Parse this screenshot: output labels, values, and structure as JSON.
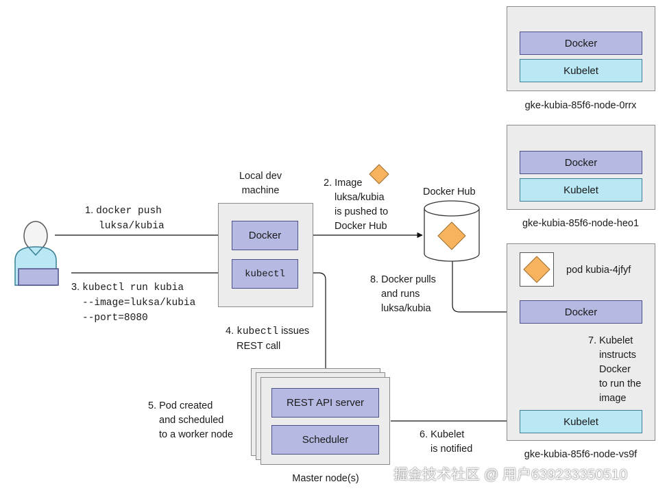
{
  "nodes": [
    {
      "name": "gke-kubia-85f6-node-0rrx",
      "docker": "Docker",
      "kubelet": "Kubelet"
    },
    {
      "name": "gke-kubia-85f6-node-heo1",
      "docker": "Docker",
      "kubelet": "Kubelet"
    },
    {
      "name": "gke-kubia-85f6-node-vs9f",
      "docker": "Docker",
      "kubelet": "Kubelet",
      "pod": "pod kubia-4jfyf"
    }
  ],
  "local_dev": {
    "title_line1": "Local dev",
    "title_line2": "machine",
    "docker": "Docker",
    "kubectl": "kubectl"
  },
  "docker_hub": {
    "title": "Docker Hub"
  },
  "master": {
    "api": "REST API server",
    "scheduler": "Scheduler",
    "caption": "Master node(s)"
  },
  "steps": {
    "s1_num": "1.",
    "s1_l1": "docker push",
    "s1_l2": "luksa/kubia",
    "s2_l1": "2. Image",
    "s2_l2": "luksa/kubia",
    "s2_l3": "is pushed to",
    "s2_l4": "Docker Hub",
    "s3_num": "3.",
    "s3_l1": "kubectl run kubia",
    "s3_l2": "--image=luksa/kubia",
    "s3_l3": "--port=8080",
    "s4_num": "4.",
    "s4_code": "kubectl",
    "s4_l1": "issues",
    "s4_l2": "REST call",
    "s5_l1": "5. Pod created",
    "s5_l2": "and scheduled",
    "s5_l3": "to a worker node",
    "s6_l1": "6. Kubelet",
    "s6_l2": "is notified",
    "s7_l1": "7. Kubelet",
    "s7_l2": "instructs",
    "s7_l3": "Docker",
    "s7_l4": "to run the",
    "s7_l5": "image",
    "s8_l1": "8. Docker pulls",
    "s8_l2": "and runs",
    "s8_l3": "luksa/kubia"
  },
  "watermark": "掘金技术社区 @ 用户639233350510",
  "colors": {
    "image_diamond": "#f8b35f",
    "component_blue": "#b6b9e2",
    "kubelet_cyan": "#b9e7f3",
    "panel_gray": "#ececec"
  }
}
